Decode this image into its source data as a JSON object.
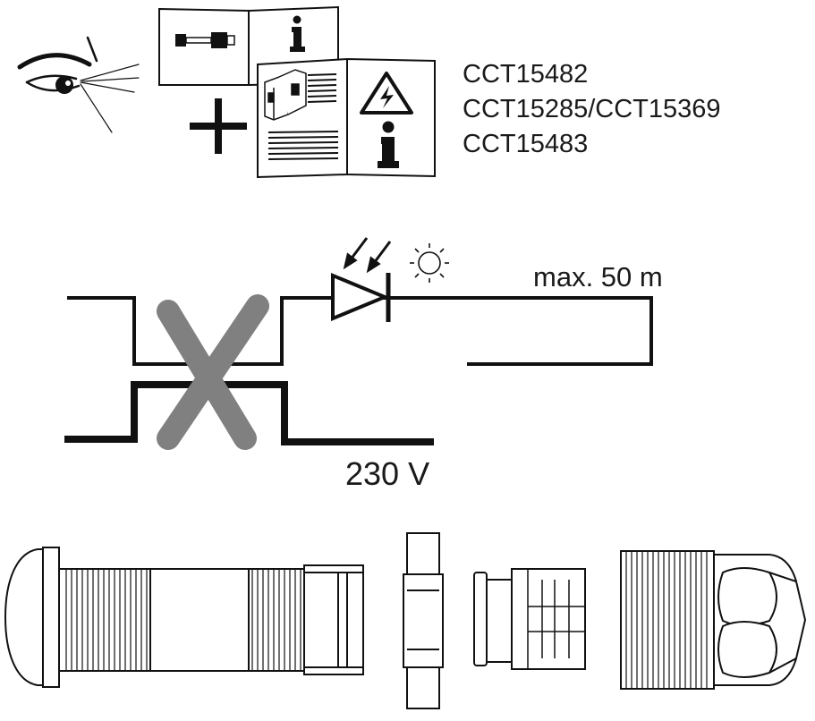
{
  "product_refs": [
    "CCT15482",
    "CCT15285/CCT15369",
    "CCT15483"
  ],
  "distance_label": "max. 50 m",
  "voltage_label": "230 V",
  "colors": {
    "line": "#111111",
    "forbidden_cross": "#808080",
    "background": "#ffffff"
  },
  "icons": [
    "eye-icon",
    "manual-booklet-icon",
    "plus-icon",
    "warning-electric-icon",
    "info-icon",
    "led-diode-symbol",
    "sun-icon"
  ]
}
